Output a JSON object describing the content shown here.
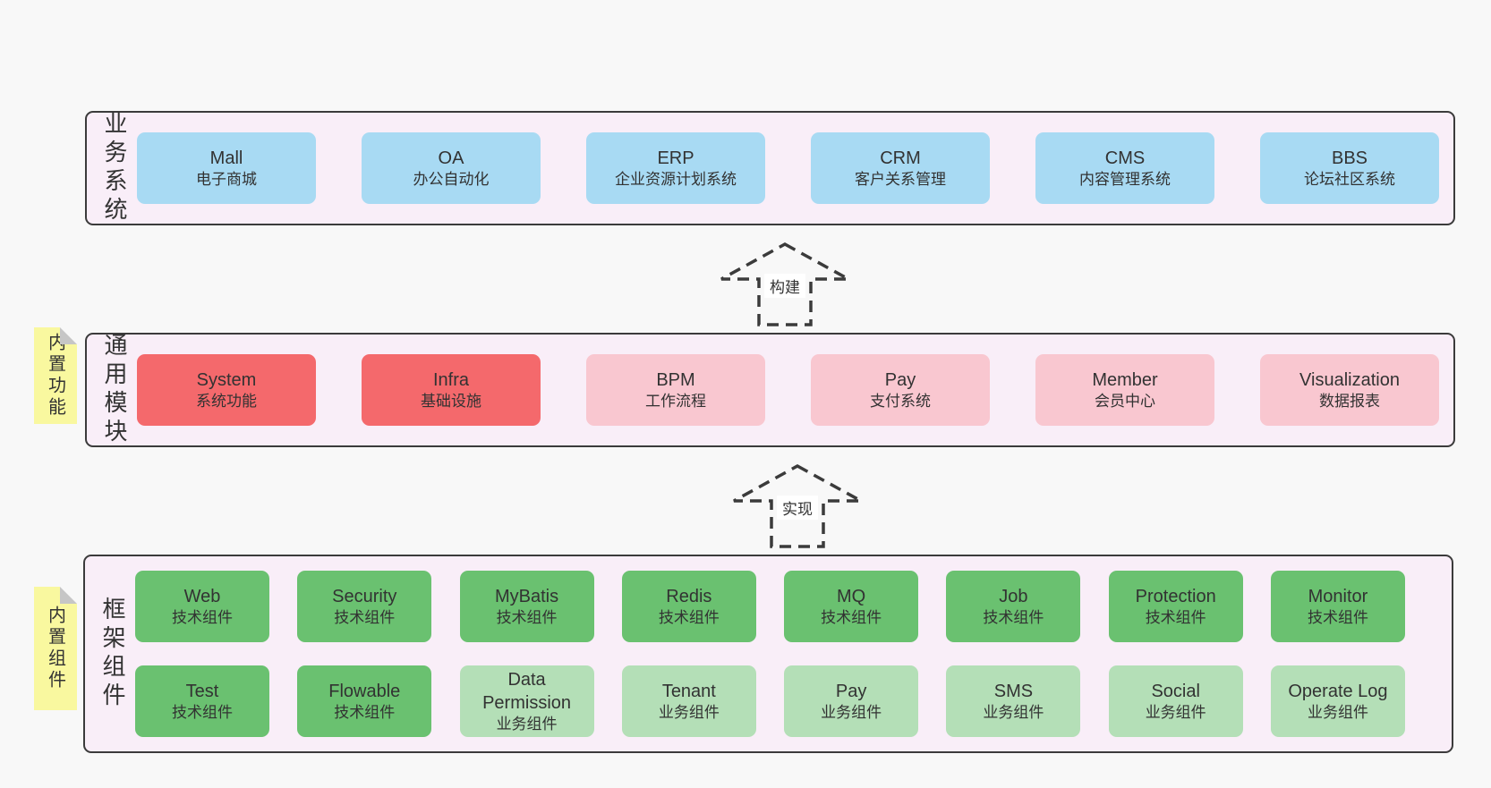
{
  "colors": {
    "page_bg": "#f8f8f8",
    "layer_bg": "#f9eef8",
    "border": "#3b3b3b",
    "blue": "#a8daf3",
    "red": "#f4696c",
    "pink": "#f9c7d0",
    "green": "#6ac170",
    "lightgreen": "#b4dfb7",
    "tag_yellow": "#f9f89f"
  },
  "arrows": [
    {
      "label": "构建"
    },
    {
      "label": "实现"
    }
  ],
  "layers": [
    {
      "label": "业务系统",
      "boxes": [
        {
          "name": "Mall",
          "desc": "电子商城"
        },
        {
          "name": "OA",
          "desc": "办公自动化"
        },
        {
          "name": "ERP",
          "desc": "企业资源计划系统"
        },
        {
          "name": "CRM",
          "desc": "客户关系管理"
        },
        {
          "name": "CMS",
          "desc": "内容管理系统"
        },
        {
          "name": "BBS",
          "desc": "论坛社区系统"
        }
      ]
    },
    {
      "label": "通用模块",
      "tag": "内置功能",
      "boxes": [
        {
          "name": "System",
          "desc": "系统功能"
        },
        {
          "name": "Infra",
          "desc": "基础设施"
        },
        {
          "name": "BPM",
          "desc": "工作流程"
        },
        {
          "name": "Pay",
          "desc": "支付系统"
        },
        {
          "name": "Member",
          "desc": "会员中心"
        },
        {
          "name": "Visualization",
          "desc": "数据报表"
        }
      ]
    },
    {
      "label": "框架组件",
      "tag": "内置组件",
      "rows": [
        [
          {
            "name": "Web",
            "desc": "技术组件"
          },
          {
            "name": "Security",
            "desc": "技术组件"
          },
          {
            "name": "MyBatis",
            "desc": "技术组件"
          },
          {
            "name": "Redis",
            "desc": "技术组件"
          },
          {
            "name": "MQ",
            "desc": "技术组件"
          },
          {
            "name": "Job",
            "desc": "技术组件"
          },
          {
            "name": "Protection",
            "desc": "技术组件"
          },
          {
            "name": "Monitor",
            "desc": "技术组件"
          }
        ],
        [
          {
            "name": "Test",
            "desc": "技术组件"
          },
          {
            "name": "Flowable",
            "desc": "技术组件"
          },
          {
            "name": "Data Permission",
            "desc": "业务组件"
          },
          {
            "name": "Tenant",
            "desc": "业务组件"
          },
          {
            "name": "Pay",
            "desc": "业务组件"
          },
          {
            "name": "SMS",
            "desc": "业务组件"
          },
          {
            "name": "Social",
            "desc": "业务组件"
          },
          {
            "name": "Operate Log",
            "desc": "业务组件"
          }
        ]
      ]
    }
  ]
}
